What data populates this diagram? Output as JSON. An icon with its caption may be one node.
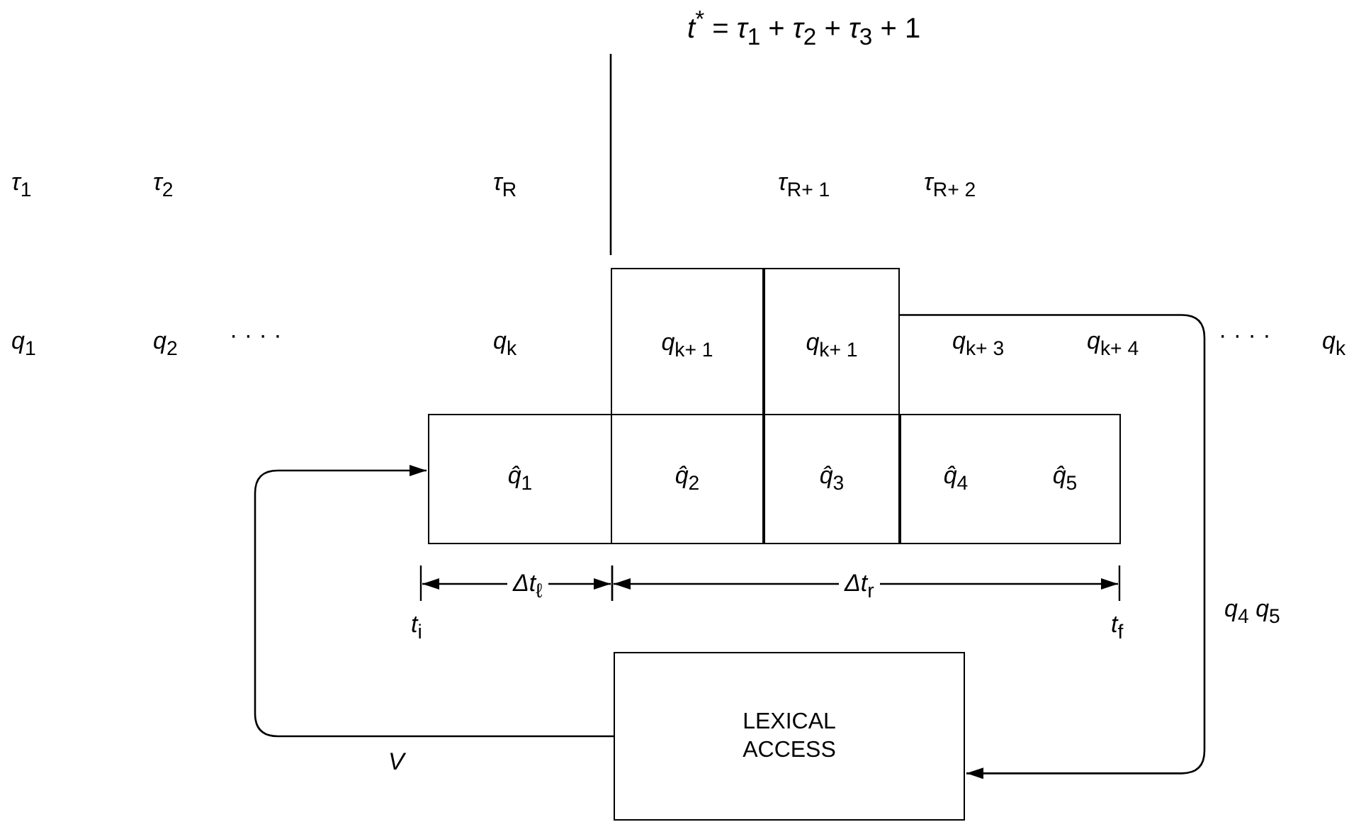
{
  "diagram": {
    "nodes": [
      {
        "text": [
          "*q*$_{k+ 1}$"
        ]
      },
      {
        "text": [
          "*q*$_{k+ 1}$"
        ]
      },
      {
        "text": [
          "*q̂*$_{1}$"
        ]
      },
      {
        "text": [
          "*q̂*$_{2}$"
        ]
      },
      {
        "text": [
          "*q̂*$_{3}$"
        ]
      },
      {
        "text": [
          "*q̂*$_{4}$",
          "*q̂*$_{5}$"
        ]
      },
      {
        "text": [
          "LEXICAL ACCESS"
        ]
      }
    ],
    "edges": [
      {
        "from": 6,
        "to": 2,
        "arrow": "to",
        "label": "*V*"
      },
      {
        "from": 1,
        "to": 6,
        "arrow": "to",
        "label": "*q*$_{4}$ *q*$_{5}$"
      }
    ],
    "labels": [
      "*t*$^{*}$ = *τ*$_{1}$ + *τ*$_{2}$ + *τ*$_{3}$ + 1",
      "*τ*$_{1}$",
      "*τ*$_{2}$",
      "*τ*$_{R}$",
      "*τ*$_{R+ 1}$",
      "*τ*$_{R+ 2}$",
      "*q*$_{1}$",
      "*q*$_{2}$",
      "· · · ·",
      "*q*$_{k}$",
      "*q*$_{k+ 3}$",
      "*q*$_{k+ 4}$",
      "· · · ·",
      "*q*$_{k}$",
      "*Δt*$_{ℓ}$",
      "*Δt*$_{r}$",
      "*t*$_{i}$",
      "*t*$_{f}$"
    ]
  }
}
